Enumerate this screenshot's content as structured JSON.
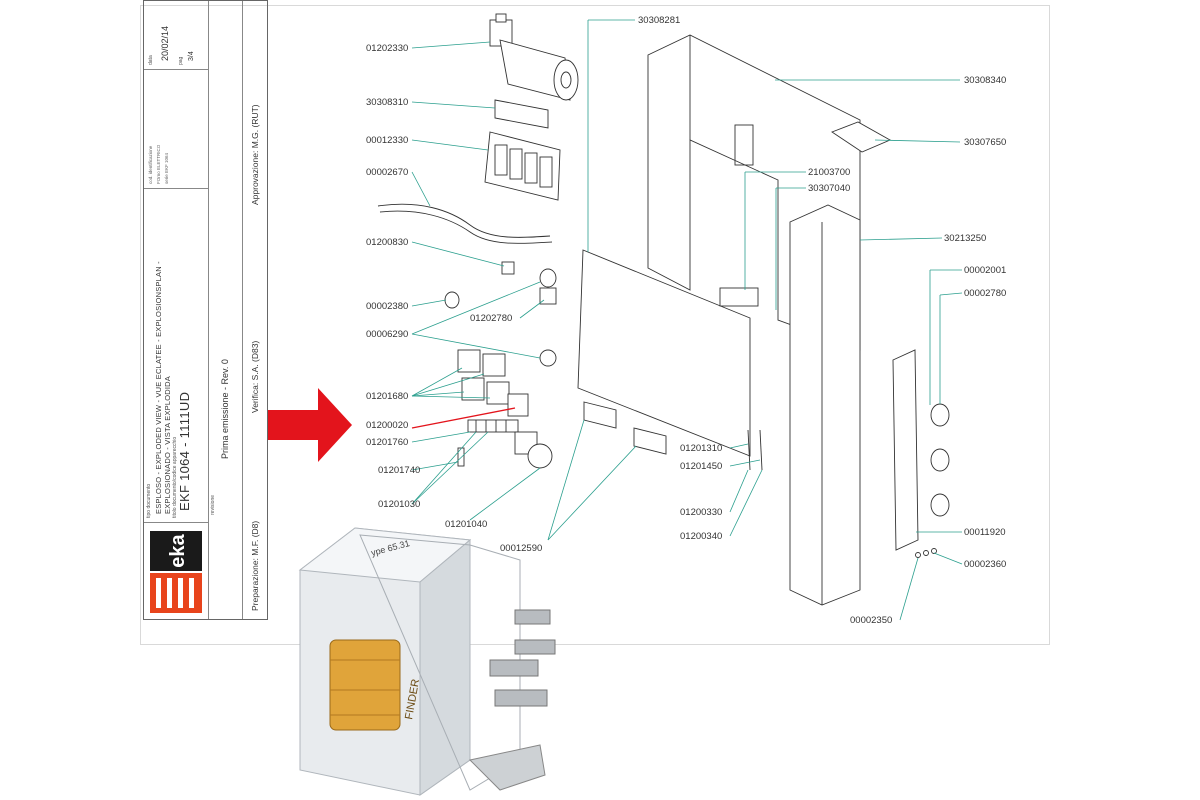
{
  "title_block": {
    "doc_type_label": "tipo documento",
    "doc_type": "ESPLOSO - EXPLODED VIEW - VUE ECLATEE - EXPLOSIONSPLAN - EXPLOSIONADO - VISTA EXPLODIDA",
    "doc_title_label": "titolo documento/codice apparecchio",
    "model_code": "EKF 1064 - 1111UD",
    "revision_label": "revisione",
    "revision": "Prima emissione - Rev. 0",
    "date_label": "data",
    "date": "20/02/14",
    "page_label": "pag",
    "page": "3/4",
    "prepared": "Preparazione: M.F. (D8)",
    "verified": "Verifica: S.A. (D83)",
    "approved": "Approvazione: M.G. (RUT)",
    "brand": "eka",
    "brand_color": "#e8441c"
  },
  "parts": [
    {
      "code": "01202330"
    },
    {
      "code": "30308310"
    },
    {
      "code": "00012330"
    },
    {
      "code": "00002670"
    },
    {
      "code": "01200830"
    },
    {
      "code": "00002380"
    },
    {
      "code": "00006290"
    },
    {
      "code": "01202780"
    },
    {
      "code": "01201680"
    },
    {
      "code": "01200020"
    },
    {
      "code": "01201760"
    },
    {
      "code": "01201740"
    },
    {
      "code": "01201030"
    },
    {
      "code": "01201040"
    },
    {
      "code": "00012590"
    },
    {
      "code": "30308281"
    },
    {
      "code": "30308340"
    },
    {
      "code": "30307650"
    },
    {
      "code": "21003700"
    },
    {
      "code": "30307040"
    },
    {
      "code": "30213250"
    },
    {
      "code": "00002001"
    },
    {
      "code": "00002780"
    },
    {
      "code": "01201310"
    },
    {
      "code": "01201450"
    },
    {
      "code": "01200330"
    },
    {
      "code": "01200340"
    },
    {
      "code": "00011920"
    },
    {
      "code": "00002360"
    },
    {
      "code": "00002350"
    }
  ],
  "arrow_color": "#e3141c",
  "relay_markings": {
    "top": "ype 65.31",
    "coil": "FINDER"
  }
}
